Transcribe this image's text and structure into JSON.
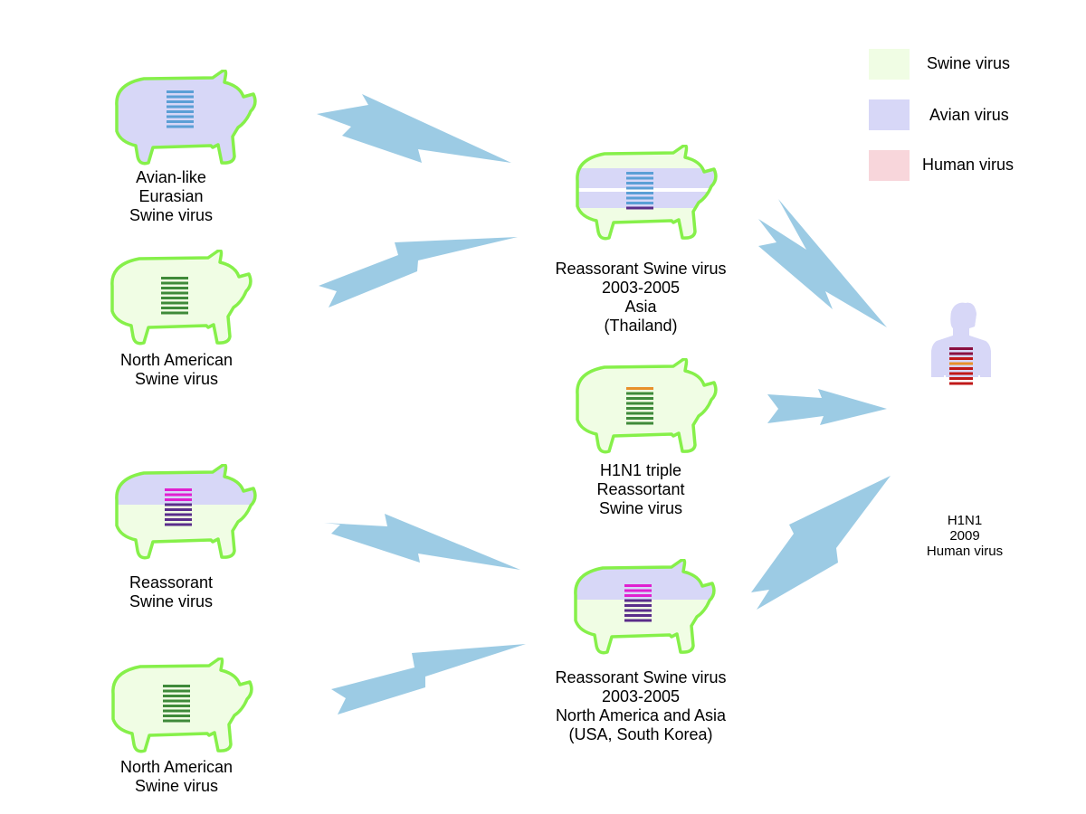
{
  "colors": {
    "swine": "#f0fde4",
    "avian": "#d7d7f7",
    "human": "#f8d6db",
    "pig_outline": "#86f04a",
    "human_outline": "#d11a1a",
    "arrow": "#9ccbe4",
    "gene_blue": "#5b9fd6",
    "gene_green": "#3f8a3a",
    "gene_magenta": "#e020d0",
    "gene_purple": "#5a2d8a",
    "gene_orange": "#e8902a",
    "gene_red": "#c01818",
    "gene_darkred": "#8a1040"
  },
  "legend": [
    {
      "key": "swine",
      "label": "Swine virus"
    },
    {
      "key": "avian",
      "label": "Avian virus"
    },
    {
      "key": "human",
      "label": "Human virus"
    }
  ],
  "sources": [
    {
      "id": "avian-like-eurasian",
      "lines": [
        "Avian-like",
        "Eurasian",
        "Swine virus"
      ]
    },
    {
      "id": "north-american-top",
      "lines": [
        "North American",
        "Swine virus"
      ]
    },
    {
      "id": "reassorant",
      "lines": [
        "Reassorant",
        "Swine virus"
      ]
    },
    {
      "id": "north-american-bottom",
      "lines": [
        "North American",
        "Swine virus"
      ]
    }
  ],
  "intermediates": [
    {
      "id": "reassorant-asia",
      "lines": [
        "Reassorant Swine virus",
        "2003-2005",
        "Asia",
        "(Thailand)"
      ]
    },
    {
      "id": "h1n1-triple",
      "lines": [
        "H1N1 triple",
        "Reassortant",
        "Swine virus"
      ]
    },
    {
      "id": "reassorant-na-asia",
      "lines": [
        "Reassorant Swine virus",
        "2003-2005",
        "North America and Asia",
        "(USA, South Korea)"
      ]
    }
  ],
  "result": {
    "id": "h1n1-2009",
    "lines": [
      "H1N1",
      "2009",
      "Human virus"
    ]
  }
}
